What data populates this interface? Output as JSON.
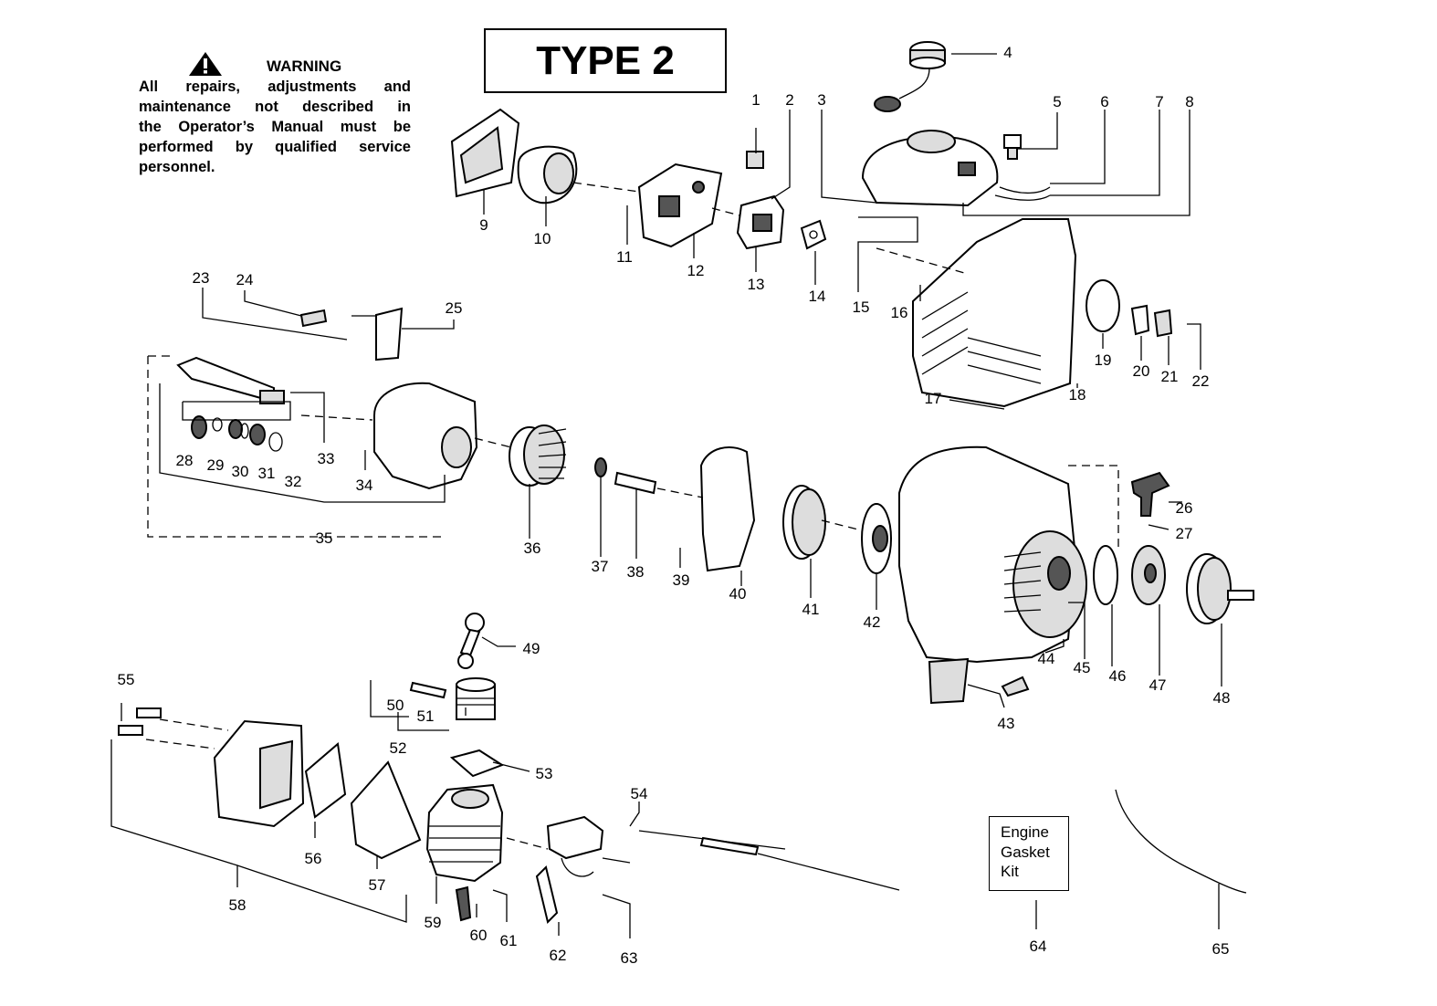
{
  "warning": {
    "title": "WARNING",
    "line1": "All repairs, adjustments and",
    "line2": "maintenance not described in",
    "line3": "the Operator’s Manual must be",
    "line4": "performed by qualified service",
    "line5": "personnel."
  },
  "type_label": "TYPE 2",
  "kit_box": {
    "line1": "Engine",
    "line2": "Gasket",
    "line3": "Kit"
  },
  "callouts": [
    "1",
    "2",
    "3",
    "4",
    "5",
    "6",
    "7",
    "8",
    "9",
    "10",
    "11",
    "12",
    "13",
    "14",
    "15",
    "16",
    "17",
    "18",
    "19",
    "20",
    "21",
    "22",
    "23",
    "24",
    "25",
    "26",
    "27",
    "28",
    "29",
    "30",
    "31",
    "32",
    "33",
    "34",
    "35",
    "36",
    "37",
    "38",
    "39",
    "40",
    "41",
    "42",
    "43",
    "44",
    "45",
    "46",
    "47",
    "48",
    "49",
    "50",
    "51",
    "52",
    "53",
    "54",
    "55",
    "56",
    "57",
    "58",
    "59",
    "60",
    "61",
    "62",
    "63",
    "64",
    "65"
  ]
}
